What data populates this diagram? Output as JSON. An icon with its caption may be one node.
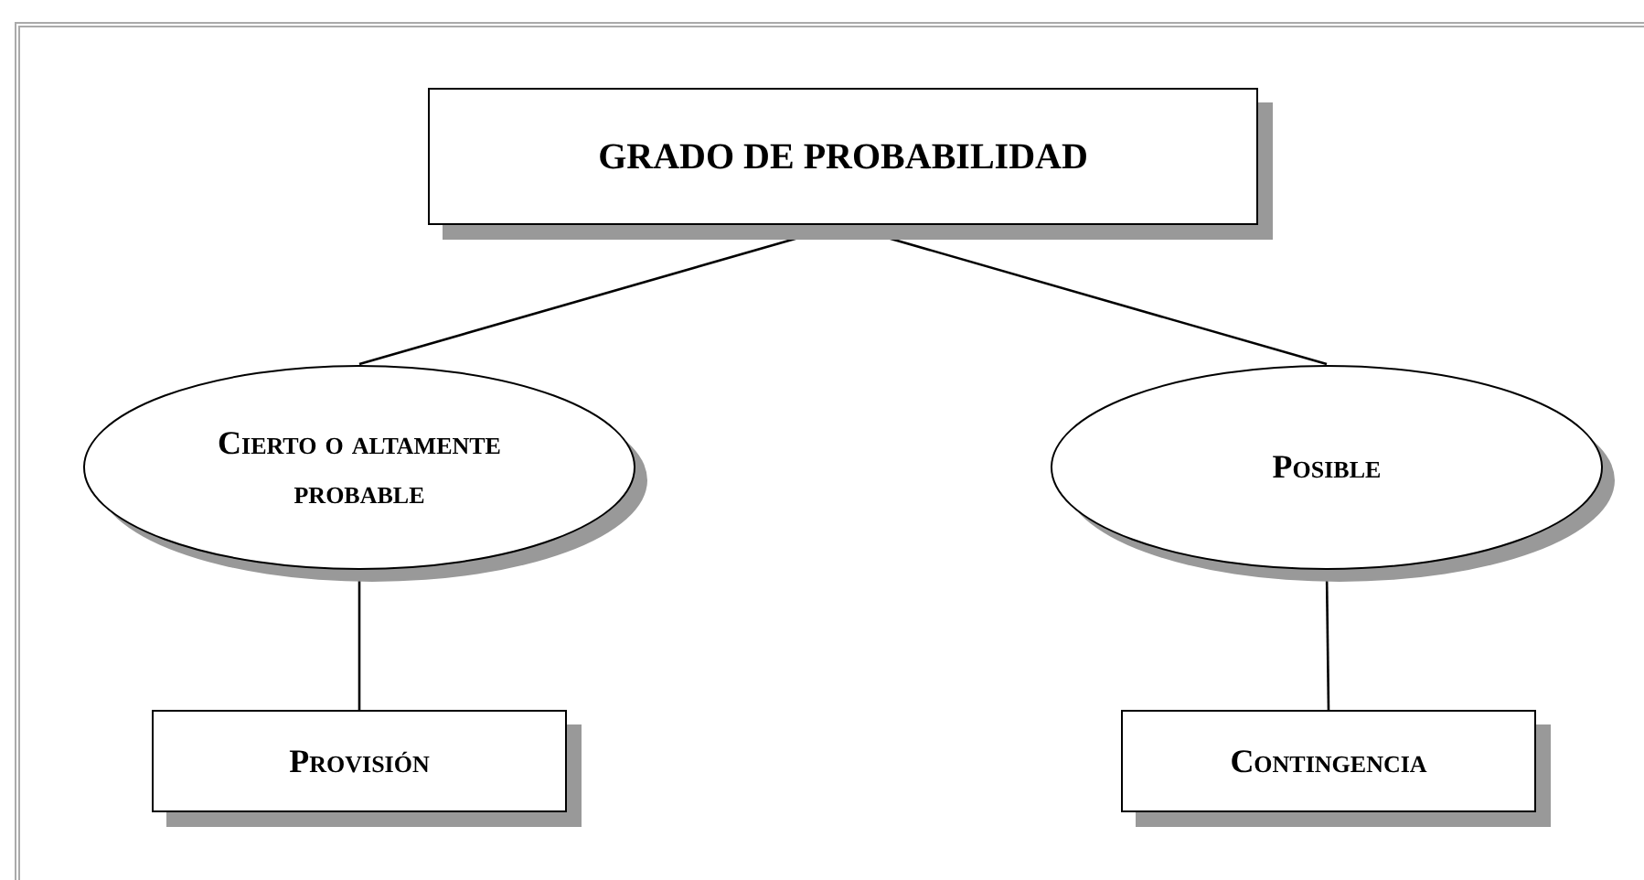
{
  "diagram": {
    "nodes": [
      {
        "text": [
          "GRADO DE PROBABILIDAD"
        ]
      },
      {
        "text": [
          "Cierto o altamente probable"
        ]
      },
      {
        "text": [
          "Posible"
        ]
      },
      {
        "text": [
          "Provisión"
        ]
      },
      {
        "text": [
          "Contingencia"
        ]
      }
    ],
    "edges": [
      {
        "from": 0,
        "to": 1,
        "arrow": "none"
      },
      {
        "from": 0,
        "to": 2,
        "arrow": "none"
      },
      {
        "from": 1,
        "to": 3,
        "arrow": "none"
      },
      {
        "from": 2,
        "to": 4,
        "arrow": "none"
      }
    ]
  }
}
